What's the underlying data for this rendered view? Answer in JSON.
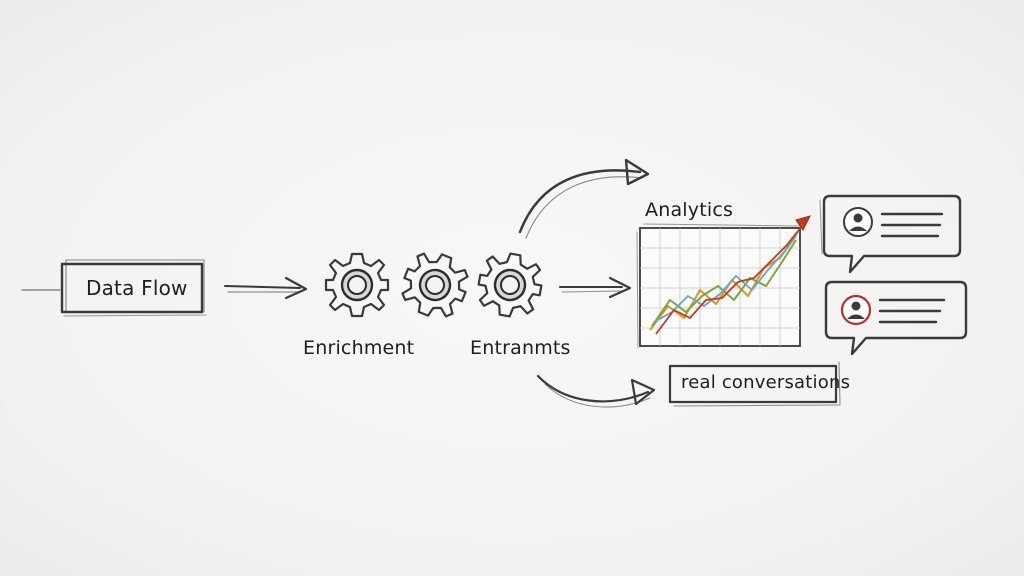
{
  "nodes": {
    "data_flow": "Data Flow",
    "enrichment": "Enrichment",
    "entranmts": "Entranmts",
    "analytics": "Analytics",
    "real_conversations": "real conversations"
  },
  "icons": {
    "gears": [
      "gear-icon",
      "gear-icon",
      "gear-icon"
    ],
    "chart": "line-chart-icon",
    "chat": [
      "chat-bubble-icon",
      "chat-bubble-icon"
    ],
    "avatar": "user-avatar-icon"
  },
  "colors": {
    "ink": "#3a3a3a",
    "chart_red": "#c23b22",
    "chart_orange": "#e0922a",
    "chart_green": "#7aa83a",
    "chart_blue": "#6aa6c8",
    "avatar_red": "#b8322a"
  }
}
